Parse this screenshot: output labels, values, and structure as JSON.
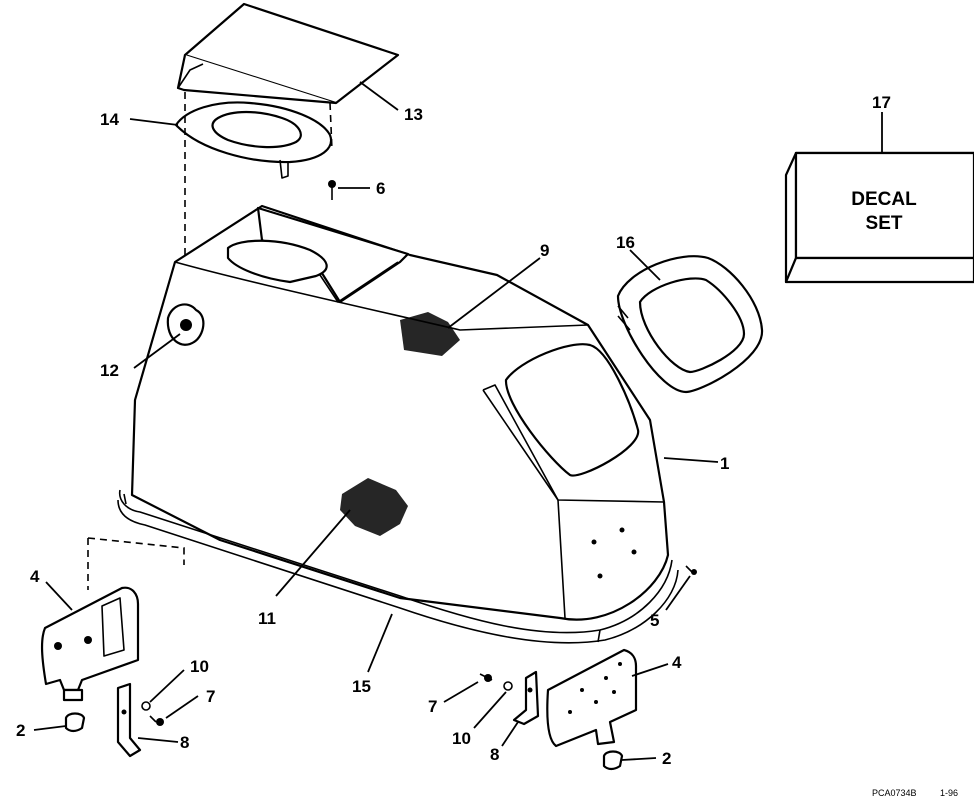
{
  "callouts": {
    "c1": "1",
    "c2a": "2",
    "c2b": "2",
    "c4a": "4",
    "c4b": "4",
    "c5": "5",
    "c6": "6",
    "c7a": "7",
    "c7b": "7",
    "c8a": "8",
    "c8b": "8",
    "c9": "9",
    "c10a": "10",
    "c10b": "10",
    "c11": "11",
    "c12": "12",
    "c13": "13",
    "c14": "14",
    "c15": "15",
    "c16": "16",
    "c17": "17"
  },
  "decal": {
    "line1": "DECAL",
    "line2": "SET"
  },
  "footer": {
    "code": "PCA0734B",
    "date": "1-96"
  }
}
